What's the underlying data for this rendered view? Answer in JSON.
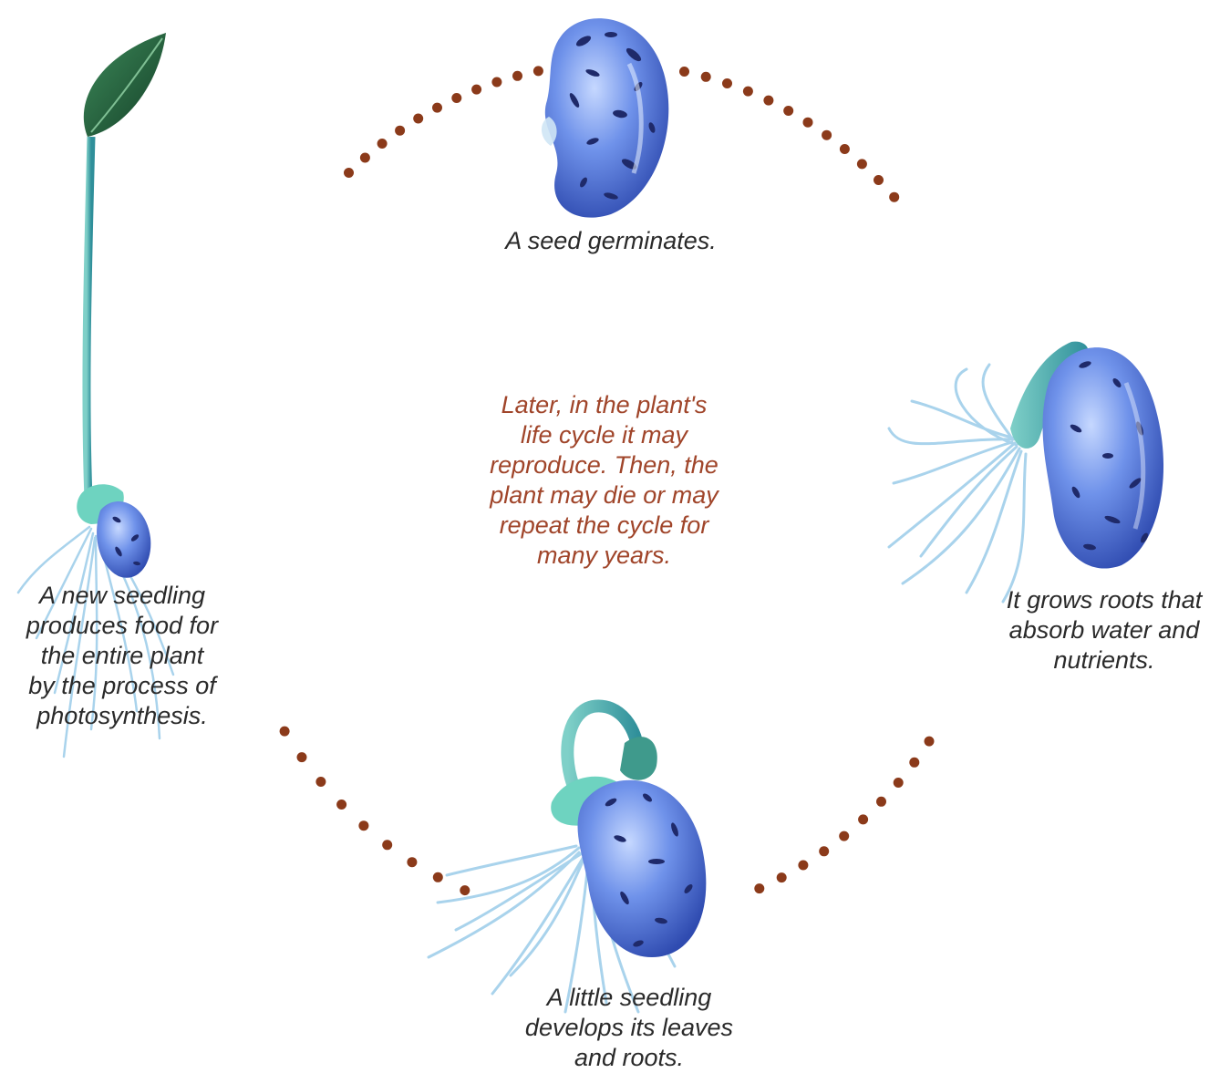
{
  "diagram": {
    "colors": {
      "dots": "#8b3a1a",
      "center_text": "#a0452a",
      "bean_blue": "#6a8ee8",
      "bean_dark": "#1f2a6a",
      "stem_teal": "#4fb5b0",
      "leaf_green": "#1f5e3a",
      "root_light": "#a9d3ec"
    },
    "stages": [
      {
        "id": "seed",
        "caption": "A seed germinates.",
        "icon": "bean-seed-icon"
      },
      {
        "id": "roots",
        "caption": "It grows roots that\nabsorb water and\nnutrients.",
        "icon": "bean-roots-icon"
      },
      {
        "id": "little-seedling",
        "caption": "A little seedling\ndevelops its leaves\nand roots.",
        "icon": "bean-sprout-icon"
      },
      {
        "id": "new-seedling",
        "caption": "A new seedling\nproduces food for\nthe entire plant\nby the process of\nphotosynthesis.",
        "icon": "seedling-icon"
      }
    ],
    "center_text": "Later, in the plant's\nlife cycle it may\nreproduce. Then, the\nplant may die or may\nrepeat the cycle for\nmany years."
  }
}
